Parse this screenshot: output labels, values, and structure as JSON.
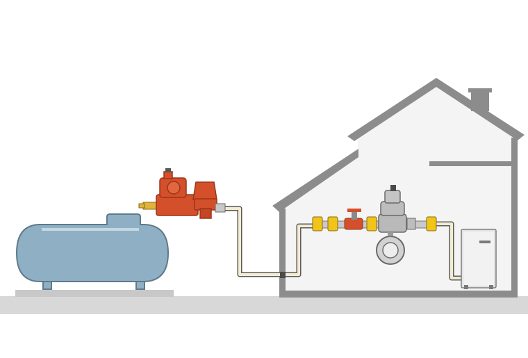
{
  "title": "",
  "colors": {
    "background": "#ffffff",
    "ground": "#d8d8d8",
    "house_outline": "#8c8c8c",
    "house_fill": "#f4f4f4",
    "tank_body": "#8fb0c4",
    "tank_outline": "#5f7a8a",
    "regulator_red": "#d4502a",
    "regulator_dark": "#9c3318",
    "pipe_fill": "#f4ecd2",
    "pipe_outline": "#5a5a5a",
    "fitting_yellow": "#f0c419",
    "meter_gray": "#b9b9b9",
    "boiler_body": "#f2f2f2"
  },
  "components": [
    {
      "name": "gas-storage-tank",
      "icon": "cylinder-tank"
    },
    {
      "name": "tank-regulator-assembly",
      "icon": "two-stage-regulator"
    },
    {
      "name": "underground-supply-line",
      "icon": "pipe"
    },
    {
      "name": "house-building",
      "icon": "house-outline"
    },
    {
      "name": "gas-meter-assembly",
      "icon": "meter-valve-train"
    },
    {
      "name": "gas-boiler",
      "icon": "boiler-unit"
    }
  ]
}
